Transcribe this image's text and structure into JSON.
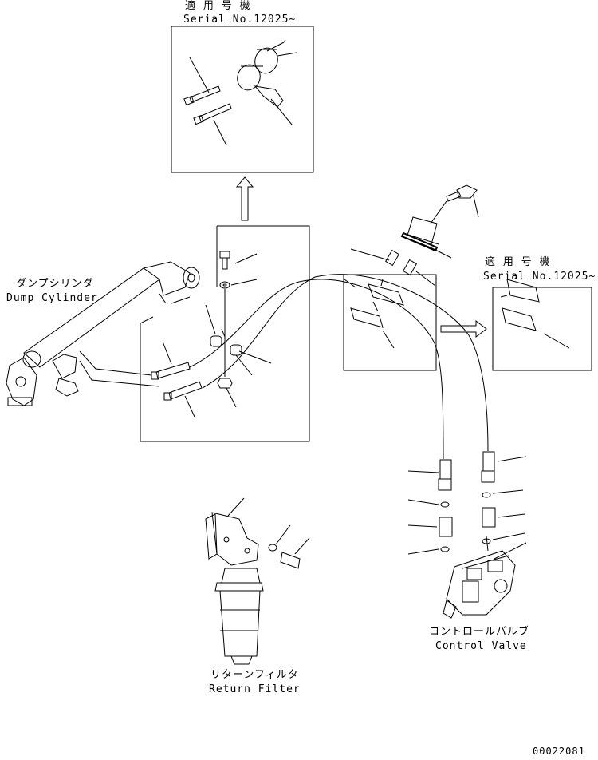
{
  "insets": {
    "top": {
      "title_jp": "適 用 号 機",
      "serial": "Serial No.12025~"
    },
    "right": {
      "title_jp": "適 用 号 機",
      "serial": "Serial No.12025~"
    }
  },
  "parts": {
    "dump_cylinder": {
      "jp": "ダンプシリンダ",
      "en": "Dump Cylinder"
    },
    "control_valve": {
      "jp": "コントロールバルブ",
      "en": "Control Valve"
    },
    "return_filter": {
      "jp": "リターンフィルタ",
      "en": "Return Filter"
    }
  },
  "drawing_number": "00022081"
}
